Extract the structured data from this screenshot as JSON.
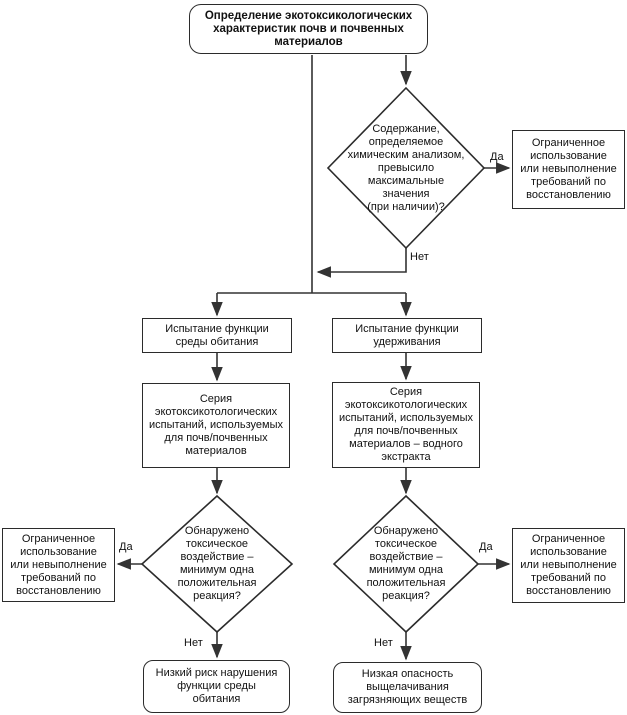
{
  "diagram": {
    "nodes": {
      "start": "Определение экотоксикологических\nхарактеристик почв и почвенных\nматериалов",
      "chem_check": "Содержание,\nопределяемое\nхимическим анализом,\nпревысило\nмаксимальные\nзначения\n(при наличии)?",
      "restricted_top": "Ограниченное\nиспользование\nили невыполнение\nтребований по\nвосстановлению",
      "test_habitat": "Испытание функции\nсреды обитания",
      "test_retention": "Испытание функции\nудерживания",
      "series_habitat": "Серия\nэкотоксикотологических\nиспытаний, используемых\nдля почв/почвенных\nматериалов",
      "series_retention": "Серия\nэкотоксикотологических\nиспытаний, используемых\nдля почв/почвенных\nматериалов – водного\nэкстракта",
      "toxic_left": "Обнаружено\nтоксическое\nвоздействие –\nминимум одна\nположительная\nреакция?",
      "toxic_right": "Обнаружено\nтоксическое\nвоздействие –\nминимум одна\nположительная\nреакция?",
      "restricted_left": "Ограниченное\nиспользование\nили невыполнение\nтребований по\nвосстановлению",
      "restricted_right": "Ограниченное\nиспользование\nили невыполнение\nтребований по\nвосстановлению",
      "low_risk": "Низкий риск нарушения\nфункции среды\nобитания",
      "low_hazard": "Низкая опасность\nвыщелачивания\nзагрязняющих веществ"
    },
    "edge_labels": {
      "yes_top": "Да",
      "no_top": "Нет",
      "yes_left": "Да",
      "no_left": "Нет",
      "yes_right": "Да",
      "no_right": "Нет"
    },
    "colors": {
      "line": "#333333",
      "node_border": "#2b2b2b",
      "background": "#ffffff",
      "text": "#111111"
    }
  }
}
